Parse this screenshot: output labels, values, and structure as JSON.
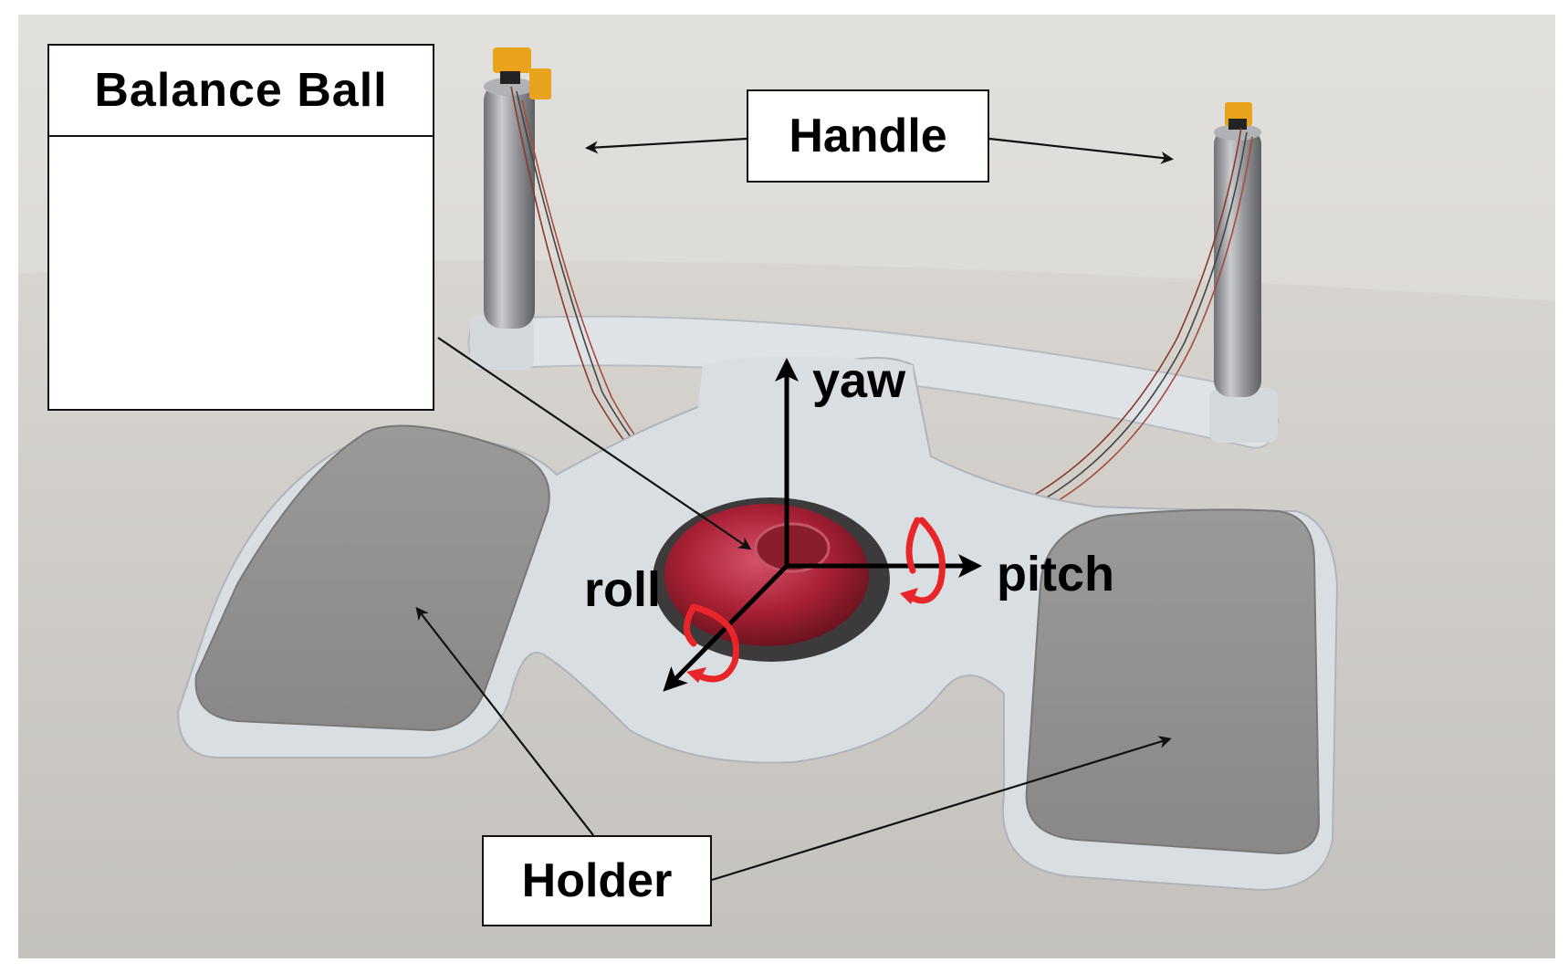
{
  "labels": {
    "balance_ball": "Balance Ball",
    "handle": "Handle",
    "holder": "Holder",
    "yaw": "yaw",
    "pitch": "pitch",
    "roll": "roll"
  },
  "colors": {
    "background_wall": "#dcdad6",
    "table": "#cfccc8",
    "device_body": "#d9dee2",
    "pad": "#8f8d8c",
    "handle_metal": "#8d8f93",
    "ball_red": "#b3283b",
    "ball_dark": "#1f3b4d",
    "rotation_arrow": "#e8262a",
    "connector": "#e8a21c"
  }
}
